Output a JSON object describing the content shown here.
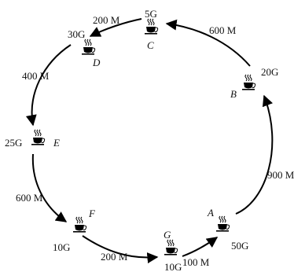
{
  "nodes": [
    {
      "id": "A",
      "label": "A",
      "size": "50G"
    },
    {
      "id": "B",
      "label": "B",
      "size": "20G"
    },
    {
      "id": "C",
      "label": "C",
      "size": "5G"
    },
    {
      "id": "D",
      "label": "D",
      "size": "30G"
    },
    {
      "id": "E",
      "label": "E",
      "size": "25G"
    },
    {
      "id": "F",
      "label": "F",
      "size": "10G"
    },
    {
      "id": "G",
      "label": "G",
      "size": "10G"
    }
  ],
  "edges": [
    {
      "from": "A",
      "to": "B",
      "label": "900 M"
    },
    {
      "from": "B",
      "to": "C",
      "label": "600 M"
    },
    {
      "from": "C",
      "to": "D",
      "label": "200 M"
    },
    {
      "from": "D",
      "to": "E",
      "label": "400 M"
    },
    {
      "from": "E",
      "to": "F",
      "label": "600 M"
    },
    {
      "from": "F",
      "to": "G",
      "label": "200 M"
    },
    {
      "from": "G",
      "to": "A",
      "label": "100 M"
    }
  ],
  "icon": "coffee-cup-icon"
}
